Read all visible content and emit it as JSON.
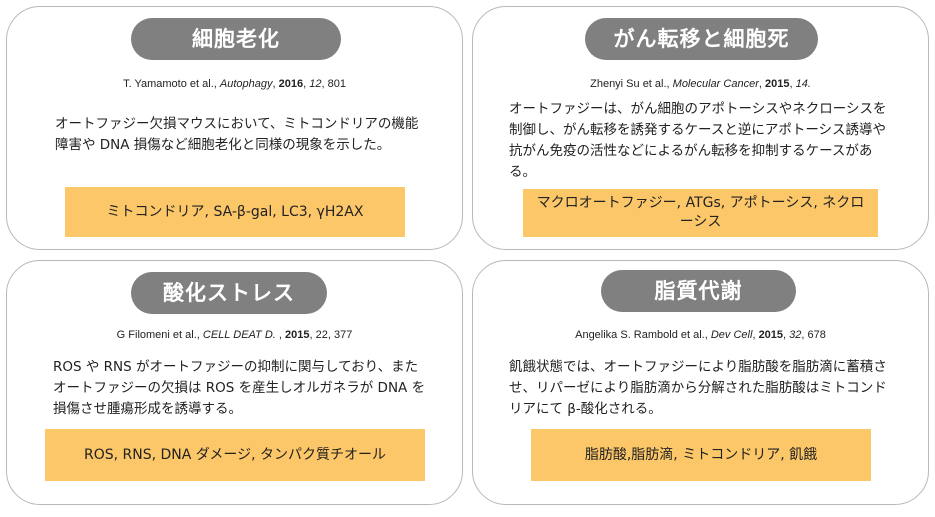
{
  "cards": [
    {
      "title": "細胞老化",
      "citation": {
        "authors": "T. Yamamoto et al., ",
        "journal": "Autophagy",
        "sep1": ", ",
        "year": "2016",
        "sep2": ", ",
        "volume": "12",
        "pages": ", 801"
      },
      "body": "オートファジー欠損マウスにおいて、ミトコンドリアの機能障害や DNA 損傷など細胞老化と同様の現象を示した。",
      "keywords": "ミトコンドリア, SA-β-gal, LC3, γH2AX"
    },
    {
      "title": "がん転移と細胞死",
      "citation": {
        "authors": "Zhenyi Su et al., ",
        "journal": "Molecular Cancer",
        "sep1": ", ",
        "year": "2015",
        "sep2": ", ",
        "volume": "14.",
        "pages": ""
      },
      "body": "オートファジーは、がん細胞のアポトーシスやネクローシスを制御し、がん転移を誘発するケースと逆にアポトーシス誘導や抗がん免疫の活性などによるがん転移を抑制するケースがある。",
      "keywords": "マクロオートファジー, ATGs, アポトーシス, ネクローシス"
    },
    {
      "title": "酸化ストレス",
      "citation": {
        "authors": "G Filomeni et al., ",
        "journal": "CELL DEAT D.",
        "sep1": " , ",
        "year": "2015",
        "sep2": ", ",
        "volume": "22",
        "pages": ", 377"
      },
      "body": "ROS や RNS がオートファジーの抑制に関与しており、またオートファジーの欠損は ROS を産生しオルガネラが DNA を損傷させ腫瘍形成を誘導する。",
      "keywords": "ROS, RNS, DNA ダメージ, タンパク質チオール"
    },
    {
      "title": "脂質代謝",
      "citation": {
        "authors": "Angelika S. Rambold et al., ",
        "journal": "Dev Cell",
        "sep1": ", ",
        "year": "2015",
        "sep2": ", ",
        "volume": "32",
        "pages": ", 678"
      },
      "body": "飢餓状態では、オートファジーにより脂肪酸を脂肪滴に蓄積させ、リパーゼにより脂肪滴から分解された脂肪酸はミトコンドリアにて β-酸化される。",
      "keywords": "脂肪酸,脂肪滴, ミトコンドリア, 飢餓"
    }
  ],
  "colors": {
    "pill": "#808080",
    "keyword_bg": "#fcc768",
    "border": "#b8b8b8"
  }
}
